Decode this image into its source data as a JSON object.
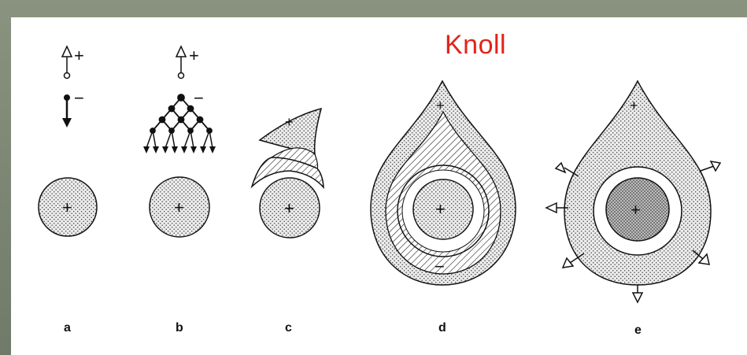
{
  "title": "Knoll",
  "panels": [
    {
      "label": "a"
    },
    {
      "label": "b"
    },
    {
      "label": "c"
    },
    {
      "label": "d"
    },
    {
      "label": "e"
    }
  ],
  "signs": {
    "plus": "+",
    "minus": "−"
  },
  "colors": {
    "title": "#e2231a",
    "background": "#7d8777",
    "panel": "#ffffff",
    "ink": "#111111"
  }
}
